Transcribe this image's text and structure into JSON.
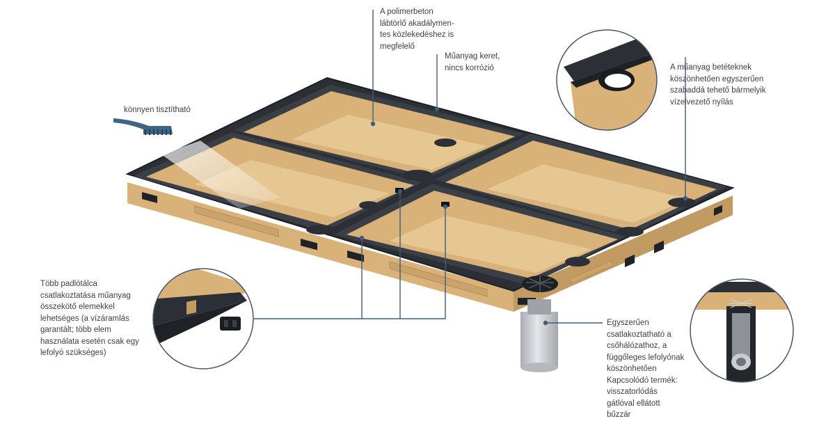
{
  "colors": {
    "frame": "#2c3036",
    "frame_edge": "#1c1f23",
    "tan": "#d9b27a",
    "tan_dark": "#c29b62",
    "tan_light": "#e6c691",
    "leader": "#3e5d7e",
    "text": "#3c3f44",
    "pipe": "#c4c7cb",
    "zoom_border": "#4a5563"
  },
  "icons": [
    "brush-icon",
    "drain-icon",
    "connector-icon",
    "vertical-drain-icon",
    "outlet-hole-icon"
  ],
  "labels": {
    "easy_clean": "könnyen tisztítható",
    "polymer_concrete": "A polimerbeton\nlábtörlő akadálymen-\ntes közlekedéshez is\nmegfelelő",
    "plastic_frame": "Műanyag keret,\nnincs korrózió",
    "plastic_insert": "A műanyag betéteknek\nköszönhetően egyszerűen\nszabaddá tehető bármelyik\nvízelvezető nyílás",
    "multiple_trays": "Több padlótálca\ncsatlakoztatása műanyag\nösszekötő elemekkel\nlehetséges (a vízáramlás\ngarantált; több elem\nhasználata esetén csak egy\nlefolyó szükséges)",
    "easy_connect": "Egyszerűen\ncsatlakoztatható a\ncsőhálózathoz, a\nfüggőleges lefolyónak\nköszönhetően\nKapcsolódó termék:\nvisszatorlódás\ngátlóval ellátott\nbűzzár"
  }
}
